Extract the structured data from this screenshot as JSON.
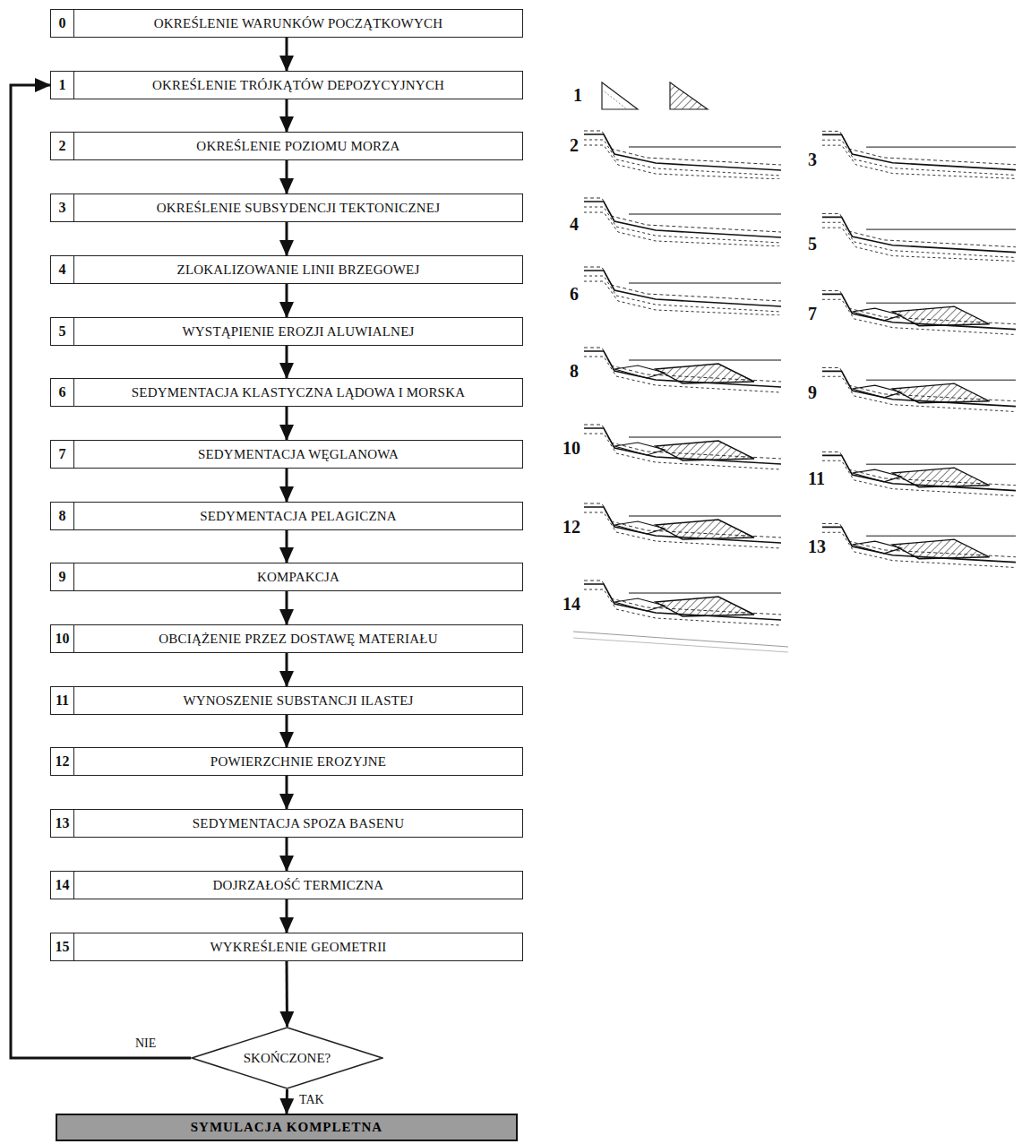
{
  "diagram": {
    "nodes": [
      {
        "text": [
          "0",
          "OKREŚLENIE WARUNKÓW POCZĄTKOWYCH"
        ]
      },
      {
        "text": [
          "1",
          "OKREŚLENIE TRÓJKĄTÓW DEPOZYCYJNYCH"
        ]
      },
      {
        "text": [
          "2",
          "OKREŚLENIE POZIOMU MORZA"
        ]
      },
      {
        "text": [
          "3",
          "OKREŚLENIE SUBSYDENCJI TEKTONICZNEJ"
        ]
      },
      {
        "text": [
          "4",
          "ZLOKALIZOWANIE LINII BRZEGOWEJ"
        ]
      },
      {
        "text": [
          "5",
          "WYSTĄPIENIE EROZJI ALUWIALNEJ"
        ]
      },
      {
        "text": [
          "6",
          "SEDYMENTACJA KLASTYCZNA LĄDOWA I MORSKA"
        ]
      },
      {
        "text": [
          "7",
          "SEDYMENTACJA WĘGLANOWA"
        ]
      },
      {
        "text": [
          "8",
          "SEDYMENTACJA PELAGICZNA"
        ]
      },
      {
        "text": [
          "9",
          "KOMPAKCJA"
        ]
      },
      {
        "text": [
          "10",
          "OBCIĄŻENIE PRZEZ DOSTAWĘ MATERIAŁU"
        ]
      },
      {
        "text": [
          "11",
          "WYNOSZENIE SUBSTANCJI ILASTEJ"
        ]
      },
      {
        "text": [
          "12",
          "POWIERZCHNIE EROZYJNE"
        ]
      },
      {
        "text": [
          "13",
          "SEDYMENTACJA SPOZA BASENU"
        ]
      },
      {
        "text": [
          "14",
          "DOJRZAŁOŚĆ TERMICZNA"
        ]
      },
      {
        "text": [
          "15",
          "WYKREŚLENIE GEOMETRII"
        ]
      },
      {
        "text": [
          "SKOŃCZONE?"
        ]
      },
      {
        "text": [
          "SYMULACJA KOMPLETNA"
        ]
      }
    ],
    "edges": [
      {
        "from": 0,
        "to": 1,
        "arrow": "to"
      },
      {
        "from": 1,
        "to": 2,
        "arrow": "to"
      },
      {
        "from": 2,
        "to": 3,
        "arrow": "to"
      },
      {
        "from": 3,
        "to": 4,
        "arrow": "to"
      },
      {
        "from": 4,
        "to": 5,
        "arrow": "to"
      },
      {
        "from": 5,
        "to": 6,
        "arrow": "to"
      },
      {
        "from": 6,
        "to": 7,
        "arrow": "to"
      },
      {
        "from": 7,
        "to": 8,
        "arrow": "to"
      },
      {
        "from": 8,
        "to": 9,
        "arrow": "to"
      },
      {
        "from": 9,
        "to": 10,
        "arrow": "to"
      },
      {
        "from": 10,
        "to": 11,
        "arrow": "to"
      },
      {
        "from": 11,
        "to": 12,
        "arrow": "to"
      },
      {
        "from": 12,
        "to": 13,
        "arrow": "to"
      },
      {
        "from": 13,
        "to": 14,
        "arrow": "to"
      },
      {
        "from": 14,
        "to": 15,
        "arrow": "to"
      },
      {
        "from": 15,
        "to": 16,
        "arrow": "to"
      },
      {
        "from": 16,
        "to": 1,
        "label": "NIE",
        "arrow": "to"
      },
      {
        "from": 16,
        "to": 17,
        "label": "TAK",
        "arrow": "to"
      }
    ],
    "labels": [
      "1",
      "2",
      "3",
      "4",
      "5",
      "6",
      "7",
      "8",
      "9",
      "10",
      "11",
      "12",
      "13",
      "14"
    ]
  }
}
